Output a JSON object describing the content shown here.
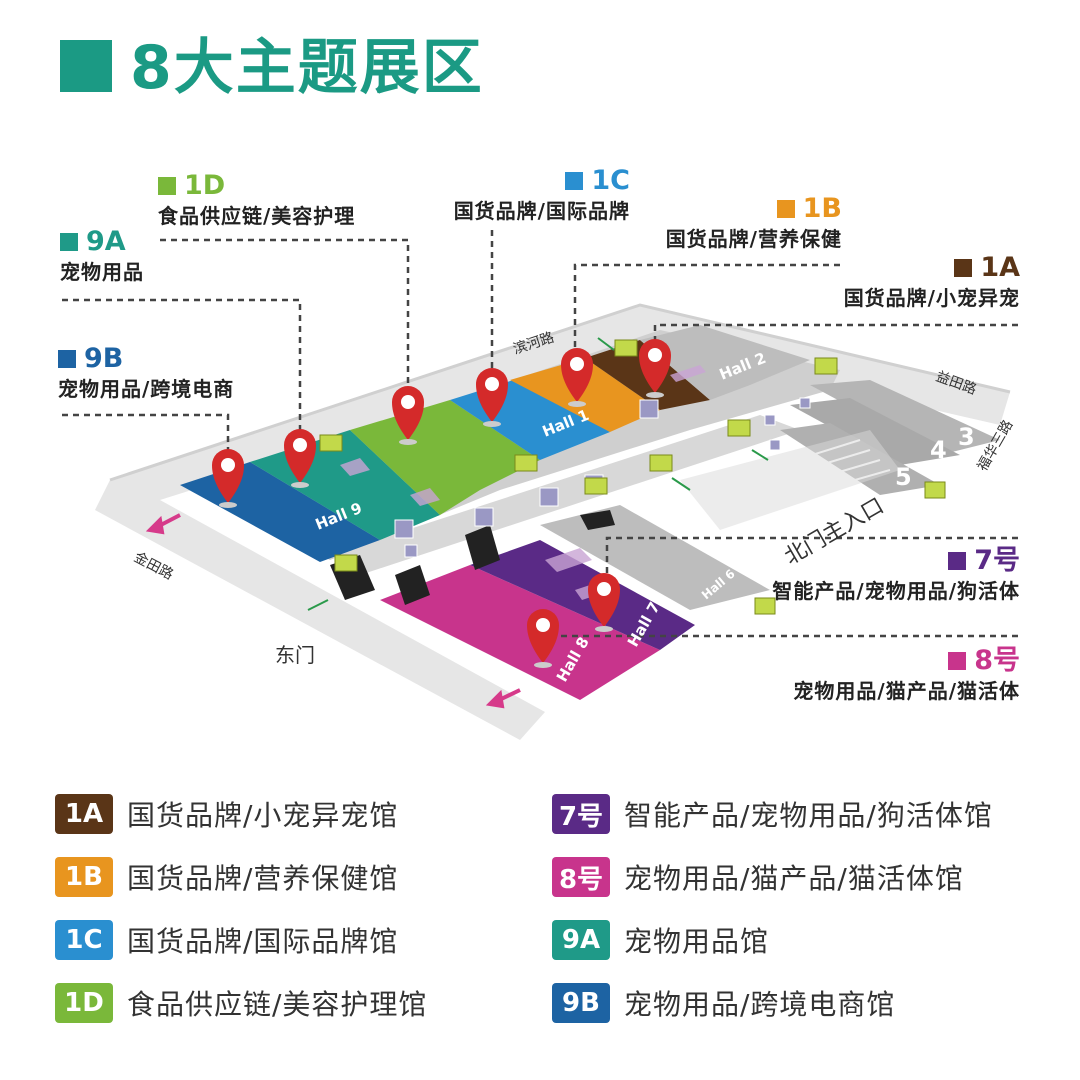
{
  "title": "8大主题展区",
  "colors": {
    "title": "#1b9a84",
    "1A": "#5a3517",
    "1B": "#e8951f",
    "1C": "#2a8fd0",
    "1D": "#7ab83a",
    "7": "#5a2a86",
    "8": "#c8348c",
    "9A": "#1f9a88",
    "9B": "#1d63a3"
  },
  "callouts": {
    "c1D": {
      "code": "1D",
      "desc": "食品供应链/美容护理"
    },
    "c1C": {
      "code": "1C",
      "desc": "国货品牌/国际品牌"
    },
    "c1B": {
      "code": "1B",
      "desc": "国货品牌/营养保健"
    },
    "c1A": {
      "code": "1A",
      "desc": "国货品牌/小宠异宠"
    },
    "c9A": {
      "code": "9A",
      "desc": "宠物用品"
    },
    "c9B": {
      "code": "9B",
      "desc": "宠物用品/跨境电商"
    },
    "c7": {
      "code": "7号",
      "desc": "智能产品/宠物用品/狗活体"
    },
    "c8": {
      "code": "8号",
      "desc": "宠物用品/猫产品/猫活体"
    }
  },
  "map": {
    "roads": {
      "binhe": "滨河路",
      "yitian": "益田路",
      "fuhua": "福华三路",
      "jintian": "金田路"
    },
    "gates": {
      "north": "北门主入口",
      "east": "东门"
    },
    "halls": {
      "h1": "Hall 1",
      "h2": "Hall 2",
      "h3": "3",
      "h4": "4",
      "h5": "5",
      "h6": "Hall 6",
      "h7": "Hall 7",
      "h8": "Hall 8",
      "h9": "Hall 9"
    }
  },
  "legend": [
    {
      "code": "1A",
      "label": "国货品牌/小宠异宠馆"
    },
    {
      "code": "1B",
      "label": "国货品牌/营养保健馆"
    },
    {
      "code": "1C",
      "label": "国货品牌/国际品牌馆"
    },
    {
      "code": "1D",
      "label": "食品供应链/美容护理馆"
    },
    {
      "code": "7号",
      "label": "智能产品/宠物用品/狗活体馆"
    },
    {
      "code": "8号",
      "label": "宠物用品/猫产品/猫活体馆"
    },
    {
      "code": "9A",
      "label": "宠物用品馆"
    },
    {
      "code": "9B",
      "label": "宠物用品/跨境电商馆"
    }
  ]
}
